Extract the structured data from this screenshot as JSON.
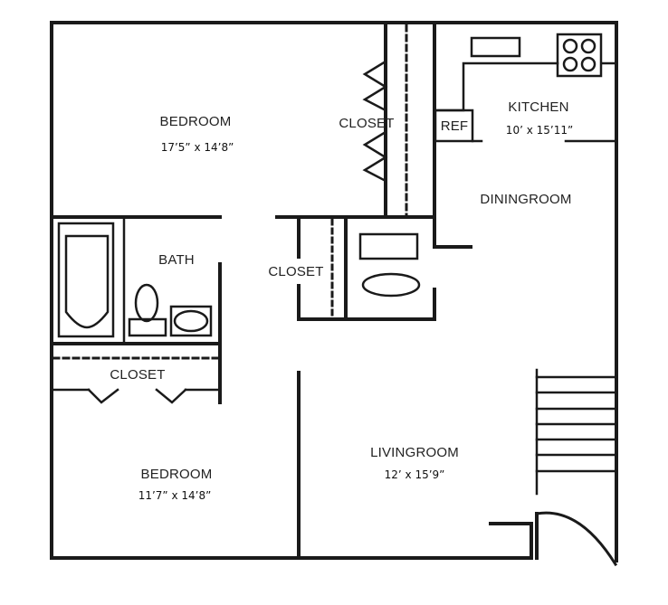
{
  "floorplan": {
    "rooms": [
      {
        "id": "bedroom-1",
        "name": "BEDROOM",
        "dimensions": "17’5” x 14’8”"
      },
      {
        "id": "closet-1",
        "name": "CLOSET"
      },
      {
        "id": "kitchen",
        "name": "KITCHEN",
        "dimensions": "10’ x 15’11”"
      },
      {
        "id": "ref",
        "name": "REF"
      },
      {
        "id": "diningroom",
        "name": "DININGROOM"
      },
      {
        "id": "bath",
        "name": "BATH"
      },
      {
        "id": "closet-2",
        "name": "CLOSET"
      },
      {
        "id": "closet-3",
        "name": "CLOSET"
      },
      {
        "id": "bedroom-2",
        "name": "BEDROOM",
        "dimensions": "11’7” x 14’8”"
      },
      {
        "id": "livingroom",
        "name": "LIVINGROOM",
        "dimensions": "12’ x 15’9”"
      }
    ],
    "colors": {
      "wall": "#1a1a1a",
      "background": "#ffffff",
      "text": "#222222"
    }
  }
}
